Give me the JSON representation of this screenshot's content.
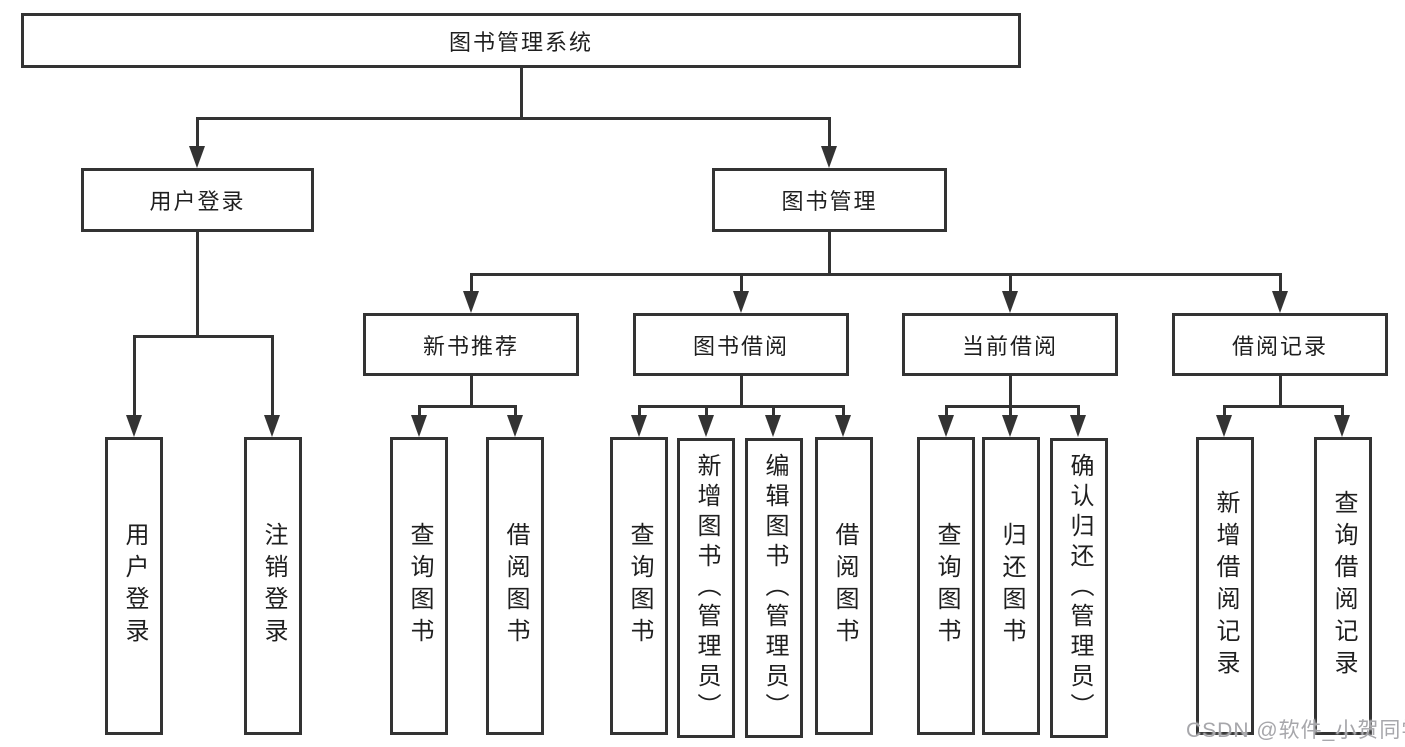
{
  "tree": {
    "label": "图书管理系统",
    "children": [
      {
        "label": "用户登录",
        "children": [
          {
            "label": "用户登录"
          },
          {
            "label": "注销登录"
          }
        ]
      },
      {
        "label": "图书管理",
        "children": [
          {
            "label": "新书推荐",
            "children": [
              {
                "label": "查询图书"
              },
              {
                "label": "借阅图书"
              }
            ]
          },
          {
            "label": "图书借阅",
            "children": [
              {
                "label": "查询图书"
              },
              {
                "label": "新增图书（管理员）"
              },
              {
                "label": "编辑图书（管理员）"
              },
              {
                "label": "借阅图书"
              }
            ]
          },
          {
            "label": "当前借阅",
            "children": [
              {
                "label": "查询图书"
              },
              {
                "label": "归还图书"
              },
              {
                "label": "确认归还（管理员）"
              }
            ]
          },
          {
            "label": "借阅记录",
            "children": [
              {
                "label": "新增借阅记录"
              },
              {
                "label": "查询借阅记录"
              }
            ]
          }
        ]
      }
    ]
  },
  "watermark": {
    "text": "CSDN @软件_小贺同学"
  },
  "colors": {
    "line": "#333333",
    "text": "#1f1f1f",
    "background": "#ffffff",
    "watermark": "#a7a7ab"
  }
}
